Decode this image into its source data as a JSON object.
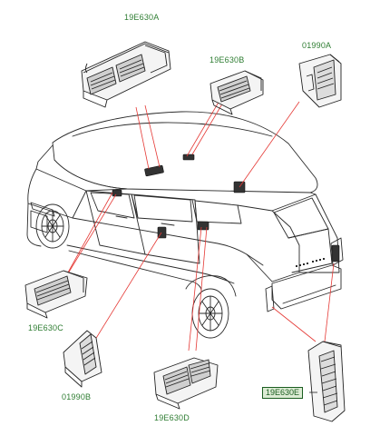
{
  "labels": {
    "vent_top_center": "19E630A",
    "vent_top_right": "19E630B",
    "duct_top_right": "01990A",
    "vent_left": "19E630C",
    "duct_bottom_left": "01990B",
    "vent_bottom": "19E630D",
    "vent_rear_right": "19E630E"
  },
  "colors": {
    "label_text": "#2e7d32",
    "leader_line": "#e53935",
    "outline": "#222222",
    "highlight_box": "#dcebd4"
  }
}
